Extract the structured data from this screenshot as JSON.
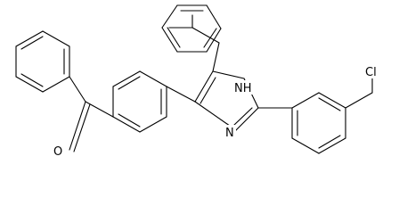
{
  "molecule": {
    "atoms": {
      "oxygen": "O",
      "imidazole_nh": "NH",
      "imidazole_n": "N",
      "chlorine": "Cl"
    }
  }
}
